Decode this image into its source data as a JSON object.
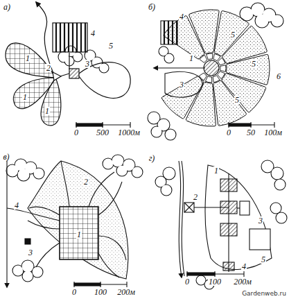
{
  "diagram": {
    "labels": [
      "а)",
      "4",
      "5",
      "3",
      "2",
      "1",
      "1",
      "1",
      "0",
      "500",
      "1000м",
      "б)",
      "4",
      "5",
      "5",
      "5",
      "6",
      "1",
      "3",
      "0",
      "50",
      "100м",
      "в)",
      "2",
      "4",
      "3",
      "1",
      "0",
      "100",
      "200м",
      "г)",
      "1",
      "2",
      "3",
      "4",
      "5",
      "0",
      "100",
      "200м",
      "Gardenweb.ru"
    ]
  }
}
